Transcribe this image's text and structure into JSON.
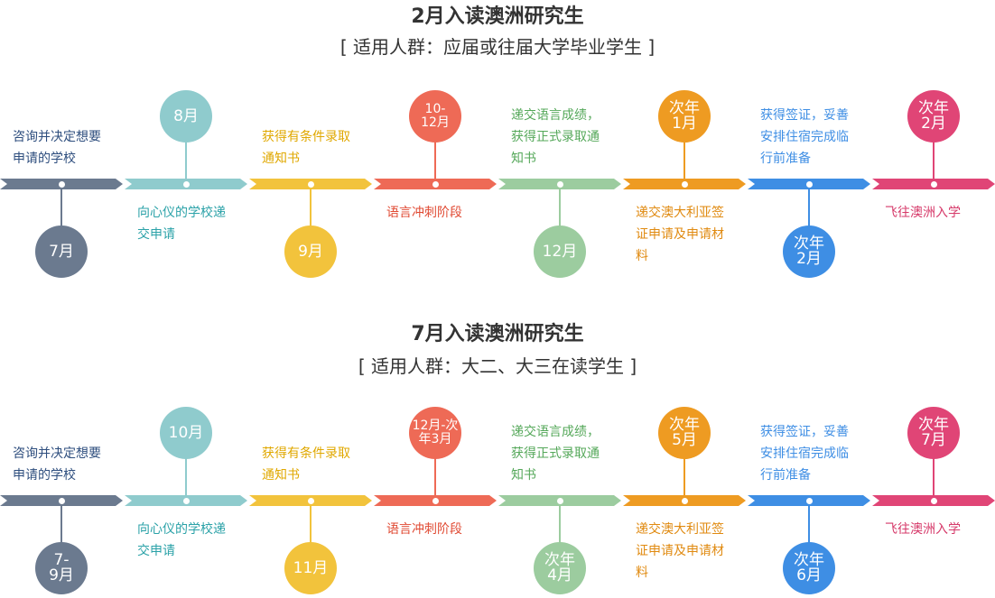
{
  "timelines": [
    {
      "title": "2月入读澳洲研究生",
      "subtitle": "[ 适用人群：应届或往届大学毕业学生 ]",
      "steps": [
        {
          "color": "#6b7a8f",
          "pos": "below",
          "date": "7月",
          "label": "咨询并决定想要\n申请的学校"
        },
        {
          "color": "#8fcbcd",
          "pos": "above",
          "date": "8月",
          "label": "向心仪的学校递\n交申请"
        },
        {
          "color": "#f2c33c",
          "pos": "below",
          "date": "9月",
          "label": "获得有条件录取\n通知书"
        },
        {
          "color": "#ee6a56",
          "pos": "above",
          "date": "10-\n12月",
          "label": "语言冲刺阶段"
        },
        {
          "color": "#9ccc9f",
          "pos": "below",
          "date": "12月",
          "label": "递交语言成绩，\n获得正式录取通\n知书"
        },
        {
          "color": "#ee9b22",
          "pos": "above",
          "date": "次年\n1月",
          "label": "递交澳大利亚签\n证申请及申请材\n料"
        },
        {
          "color": "#3e8ee4",
          "pos": "below",
          "date": "次年\n2月",
          "label": "获得签证，妥善\n安排住宿完成临\n行前准备"
        },
        {
          "color": "#e04576",
          "pos": "above",
          "date": "次年\n2月",
          "label": "飞往澳洲入学"
        }
      ]
    },
    {
      "title": "7月入读澳洲研究生",
      "subtitle": "[ 适用人群：大二、大三在读学生 ]",
      "steps": [
        {
          "color": "#6b7a8f",
          "pos": "below",
          "date": "7-\n9月",
          "label": "咨询并决定想要\n申请的学校"
        },
        {
          "color": "#8fcbcd",
          "pos": "above",
          "date": "10月",
          "label": "向心仪的学校递\n交申请"
        },
        {
          "color": "#f2c33c",
          "pos": "below",
          "date": "11月",
          "label": "获得有条件录取\n通知书"
        },
        {
          "color": "#ee6a56",
          "pos": "above",
          "date": "12月-次\n年3月",
          "label": "语言冲刺阶段"
        },
        {
          "color": "#9ccc9f",
          "pos": "below",
          "date": "次年\n4月",
          "label": "递交语言成绩，\n获得正式录取通\n知书"
        },
        {
          "color": "#ee9b22",
          "pos": "above",
          "date": "次年\n5月",
          "label": "递交澳大利亚签\n证申请及申请材\n料"
        },
        {
          "color": "#3e8ee4",
          "pos": "below",
          "date": "次年\n6月",
          "label": "获得签证，妥善\n安排住宿完成临\n行前准备"
        },
        {
          "color": "#e04576",
          "pos": "above",
          "date": "次年\n7月",
          "label": "飞往澳洲入学"
        }
      ]
    }
  ]
}
